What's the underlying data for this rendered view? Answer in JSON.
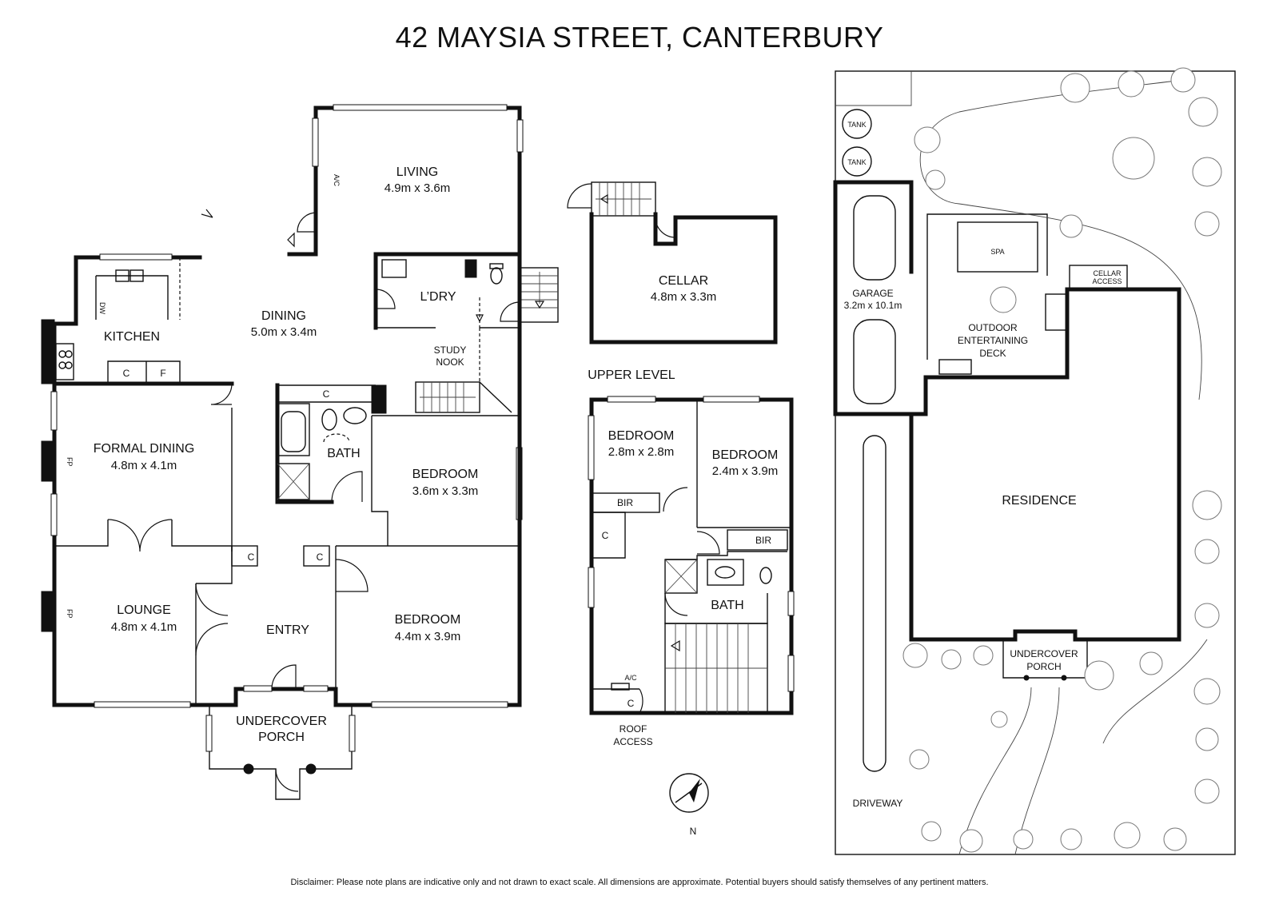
{
  "title": "42 MAYSIA STREET, CANTERBURY",
  "disclaimer": "Disclaimer: Please note plans are indicative only and not drawn to exact scale. All dimensions are approximate. Potential buyers should satisfy themselves of any pertinent matters.",
  "ground_floor": {
    "living": {
      "name": "LIVING",
      "dim": "4.9m x 3.6m"
    },
    "dining": {
      "name": "DINING",
      "dim": "5.0m x 3.4m"
    },
    "kitchen": {
      "name": "KITCHEN"
    },
    "laundry": {
      "name": "L’DRY"
    },
    "study_nook": {
      "line1": "STUDY",
      "line2": "NOOK"
    },
    "formal_dining": {
      "name": "FORMAL DINING",
      "dim": "4.8m x 4.1m"
    },
    "lounge": {
      "name": "LOUNGE",
      "dim": "4.8m x 4.1m"
    },
    "bath": {
      "name": "BATH"
    },
    "bedroom1": {
      "name": "BEDROOM",
      "dim": "3.6m x 3.3m"
    },
    "bedroom2": {
      "name": "BEDROOM",
      "dim": "4.4m x 3.9m"
    },
    "entry": {
      "name": "ENTRY"
    },
    "porch": {
      "line1": "UNDERCOVER",
      "line2": "PORCH"
    },
    "labels": {
      "ac": "A/C",
      "dw": "DW",
      "c": "C",
      "f": "F",
      "fp": "FP"
    }
  },
  "cellar": {
    "name": "CELLAR",
    "dim": "4.8m x 3.3m"
  },
  "upper_level": {
    "heading": "UPPER LEVEL",
    "bedroom_a": {
      "name": "BEDROOM",
      "dim": "2.8m x 2.8m"
    },
    "bedroom_b": {
      "name": "BEDROOM",
      "dim": "2.4m x 3.9m"
    },
    "bath": {
      "name": "BATH"
    },
    "labels": {
      "bir": "BIR",
      "c": "C",
      "ac": "A/C"
    },
    "roof_access": {
      "line1": "ROOF",
      "line2": "ACCESS"
    }
  },
  "compass": {
    "north": "N"
  },
  "site": {
    "tank": "TANK",
    "garage": {
      "name": "GARAGE",
      "dim": "3.2m x 10.1m"
    },
    "spa": "SPA",
    "cellar_access": {
      "line1": "CELLAR",
      "line2": "ACCESS"
    },
    "deck": {
      "line1": "OUTDOOR",
      "line2": "ENTERTAINING",
      "line3": "DECK"
    },
    "residence": "RESIDENCE",
    "porch": {
      "line1": "UNDERCOVER",
      "line2": "PORCH"
    },
    "driveway": "DRIVEWAY"
  }
}
